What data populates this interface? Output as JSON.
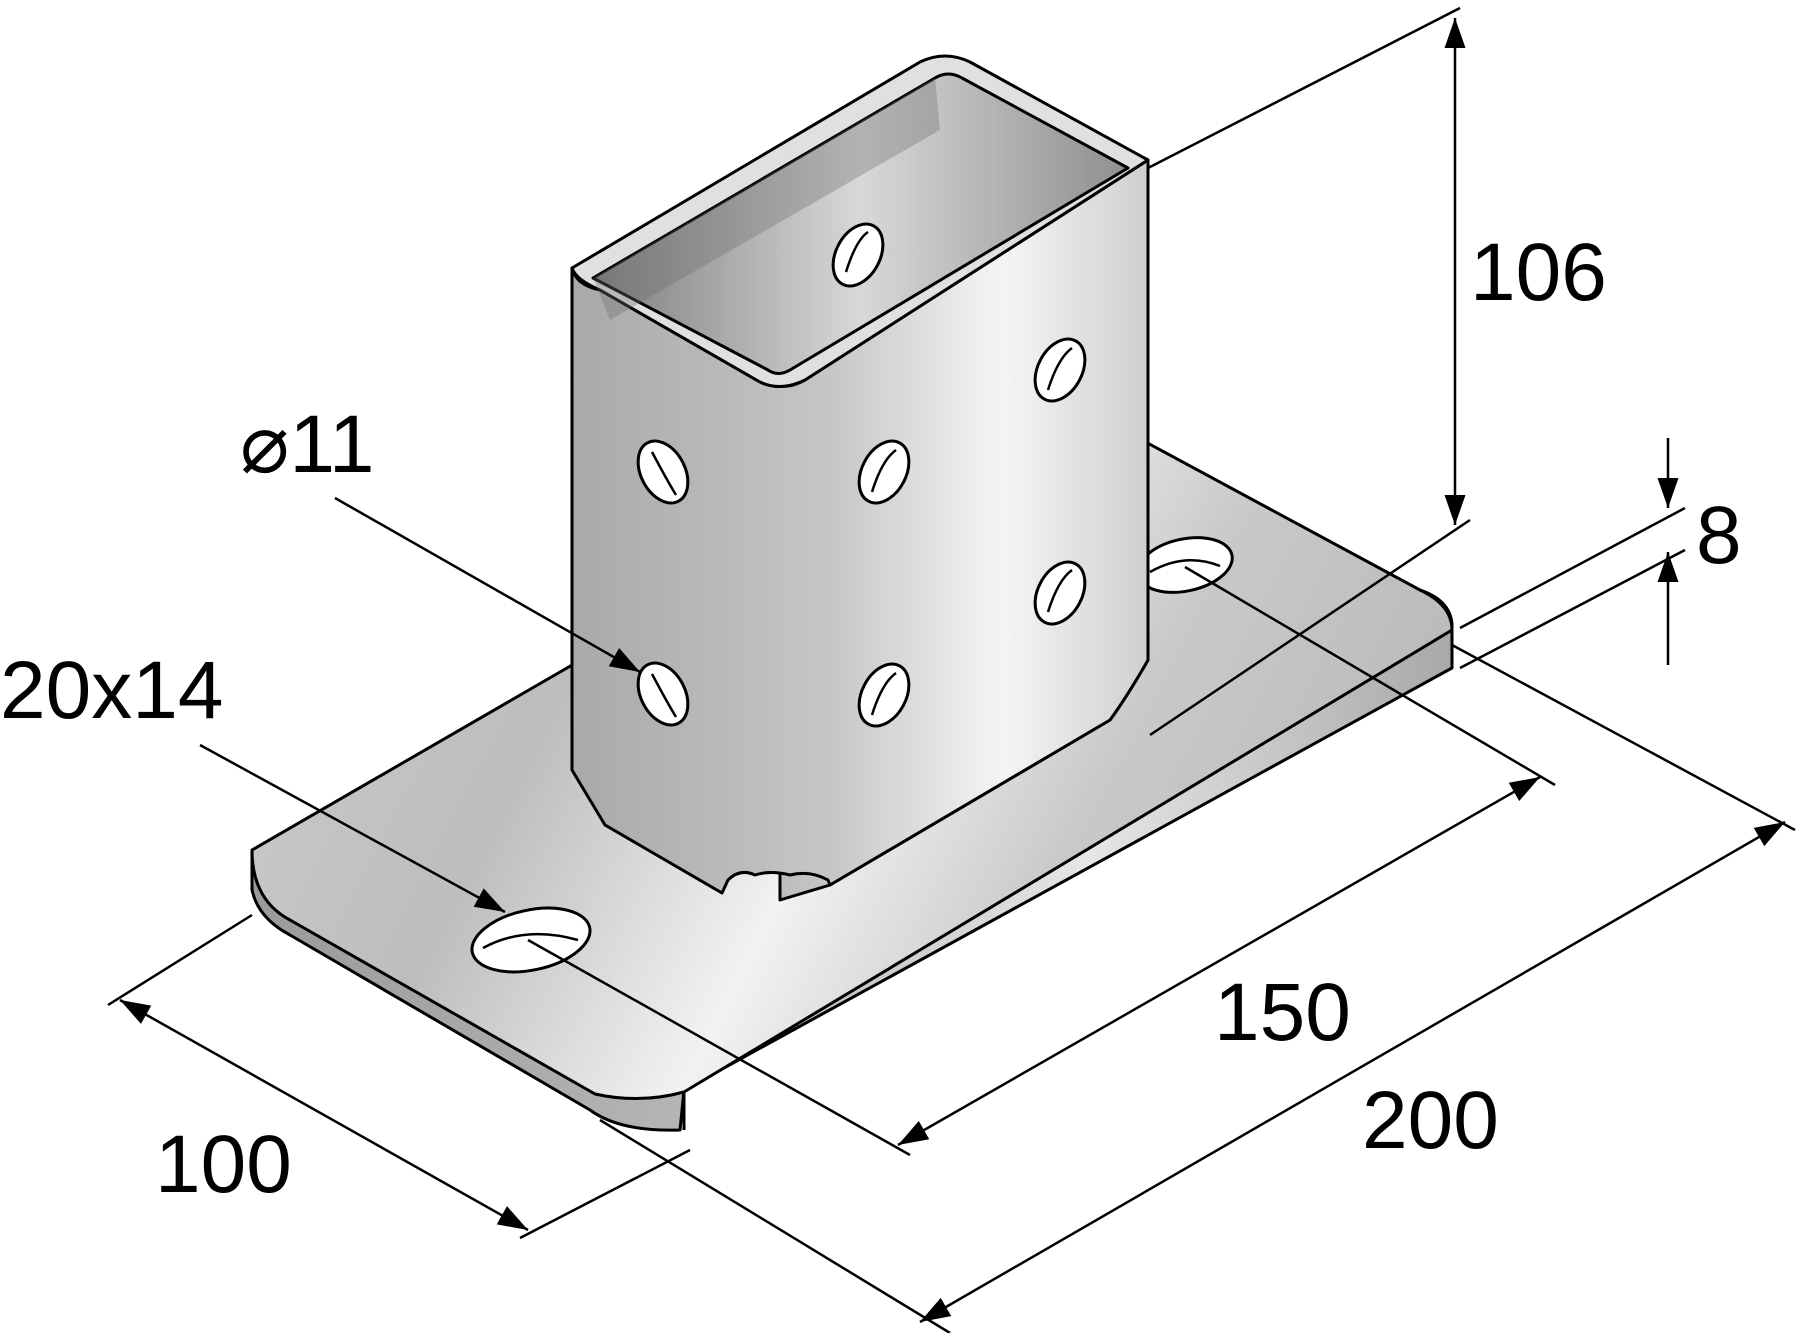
{
  "diagram": {
    "subject": "post base bracket with rectangular tube on slotted base plate",
    "dimensions": {
      "height": "106",
      "plate_thickness": "8",
      "hole_diameter": "⌀11",
      "slot_size": "20x14",
      "slot_spacing": "150",
      "plate_length": "200",
      "plate_width": "100"
    },
    "colors": {
      "line": "#000000",
      "metal_light": "#f4f4f4",
      "metal_mid": "#c8c8c8",
      "metal_dark": "#8a8a8a",
      "background": "#ffffff"
    }
  }
}
